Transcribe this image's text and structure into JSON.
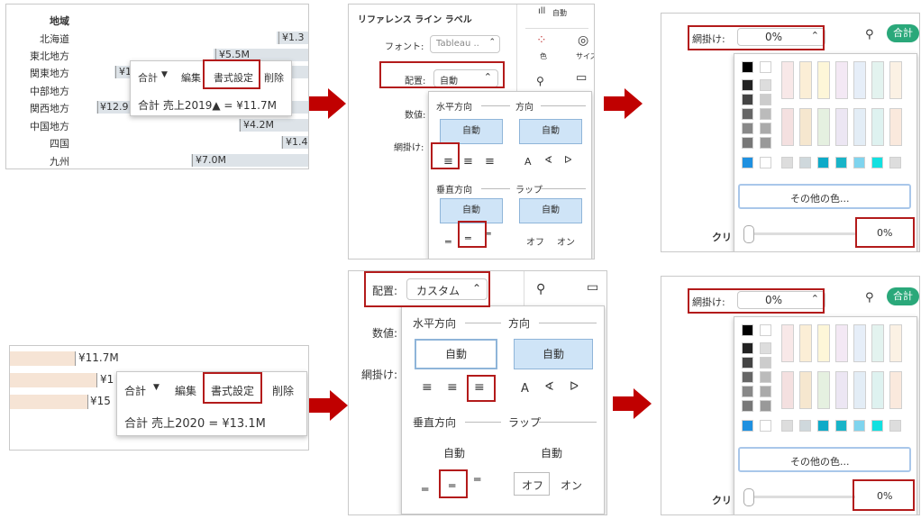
{
  "p1": {
    "header": "地域",
    "rows": [
      {
        "label": "北海道",
        "value": "¥1.3"
      },
      {
        "label": "東北地方",
        "value": "¥5.5M"
      },
      {
        "label": "関東地方",
        "value": "¥1"
      },
      {
        "label": "中部地方",
        "value": ""
      },
      {
        "label": "関西地方",
        "value": "¥12.9"
      },
      {
        "label": "中国地方",
        "value": "¥4.2M"
      },
      {
        "label": "四国",
        "value": "¥1.4"
      },
      {
        "label": "九州",
        "value": "¥7.0M"
      }
    ],
    "menu": {
      "sum": "合計",
      "edit": "編集",
      "format": "書式設定",
      "delete": "削除",
      "tooltip": "合計 売上2019▲ = ¥11.7M"
    }
  },
  "p2": {
    "section_title": "リファレンス ライン ラベル",
    "font_label": "フォント:",
    "font_value": "Tableau ..",
    "align_label": "配置:",
    "align_value": "自動",
    "number_label": "数値:",
    "shade_label": "網掛け:",
    "horizontal": "水平方向",
    "direction": "方向",
    "auto": "自動",
    "vertical": "垂直方向",
    "wrap": "ラップ",
    "off": "オフ",
    "on": "オン",
    "dir_a": "A",
    "dir_b": "A",
    "dir_c": "A",
    "toolbar_auto": "自動",
    "toolbar_color": "色",
    "toolbar_size": "サイズ"
  },
  "p3": {
    "shade_label": "網掛け:",
    "shade_value": "0%",
    "more_colors": "その他の色...",
    "opacity": "0%",
    "side_label": "クリ",
    "pill": "合計"
  },
  "p4": {
    "rows": [
      {
        "value": "¥11.7M"
      },
      {
        "value": "¥1"
      },
      {
        "value": "¥15"
      }
    ],
    "menu": {
      "sum": "合計",
      "edit": "編集",
      "format": "書式設定",
      "delete": "削除",
      "tooltip": "合計 売上2020 = ¥13.1M"
    }
  },
  "p5": {
    "align_label": "配置:",
    "align_value": "カスタム",
    "number_label": "数値:",
    "shade_label": "網掛け:",
    "horizontal": "水平方向",
    "direction": "方向",
    "auto": "自動",
    "vertical": "垂直方向",
    "wrap": "ラップ",
    "off": "オフ",
    "on": "オン",
    "dir_a": "A",
    "dir_b": "A",
    "dir_c": "A"
  },
  "p6": {
    "shade_label": "網掛け:",
    "shade_value": "0%",
    "more_colors": "その他の色...",
    "opacity": "0%",
    "side_label": "クリ",
    "pill": "合計"
  },
  "colors": {
    "highlight": "#b31b1b",
    "arrow": "#c00000",
    "selected_fill": "#cfe4f7",
    "pill": "#2aa87a"
  }
}
